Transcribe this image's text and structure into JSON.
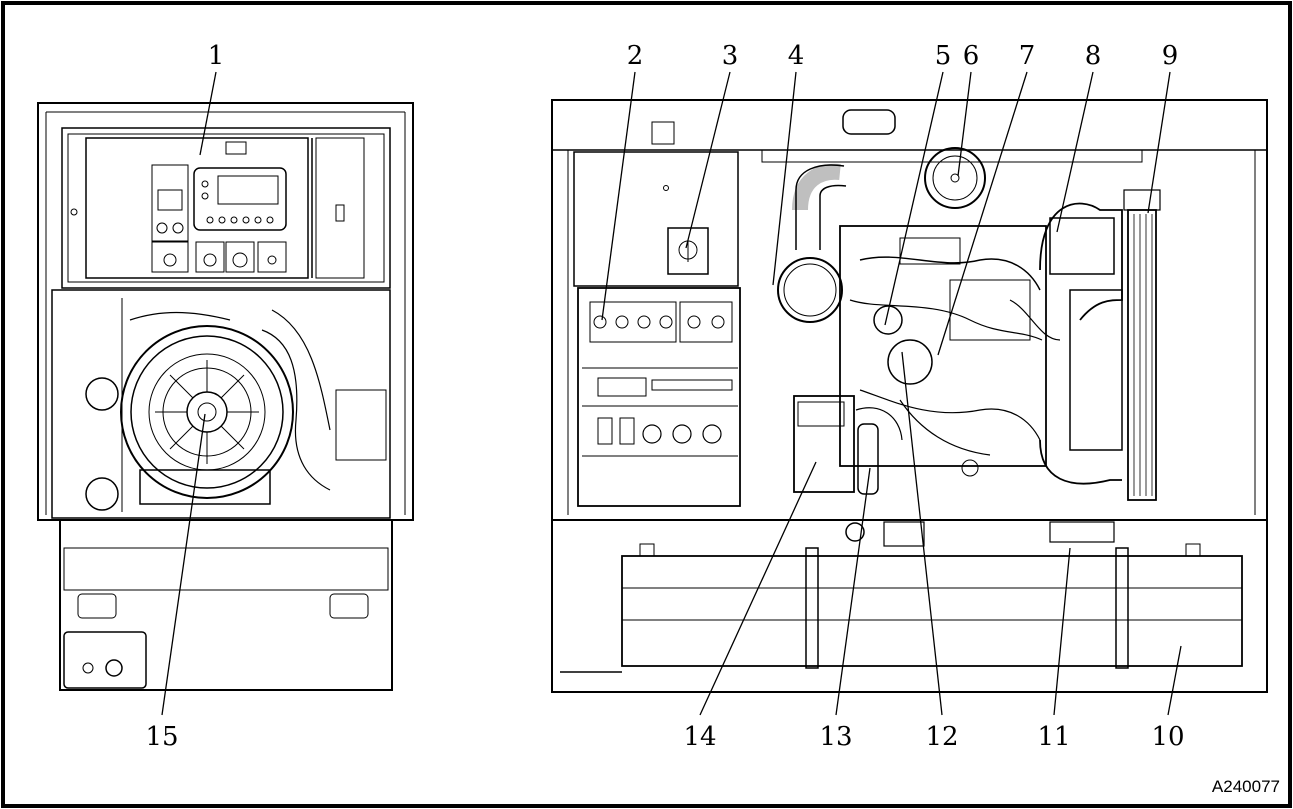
{
  "figure": {
    "figure_id": "A240077",
    "callouts": [
      {
        "id": "c1",
        "label": "1"
      },
      {
        "id": "c2",
        "label": "2"
      },
      {
        "id": "c3",
        "label": "3"
      },
      {
        "id": "c4",
        "label": "4"
      },
      {
        "id": "c5",
        "label": "5"
      },
      {
        "id": "c6",
        "label": "6"
      },
      {
        "id": "c7",
        "label": "7"
      },
      {
        "id": "c8",
        "label": "8"
      },
      {
        "id": "c9",
        "label": "9"
      },
      {
        "id": "c10",
        "label": "10"
      },
      {
        "id": "c11",
        "label": "11"
      },
      {
        "id": "c12",
        "label": "12"
      },
      {
        "id": "c13",
        "label": "13"
      },
      {
        "id": "c14",
        "label": "14"
      },
      {
        "id": "c15",
        "label": "15"
      }
    ]
  },
  "colors": {
    "line": "#000000",
    "background": "#ffffff"
  }
}
